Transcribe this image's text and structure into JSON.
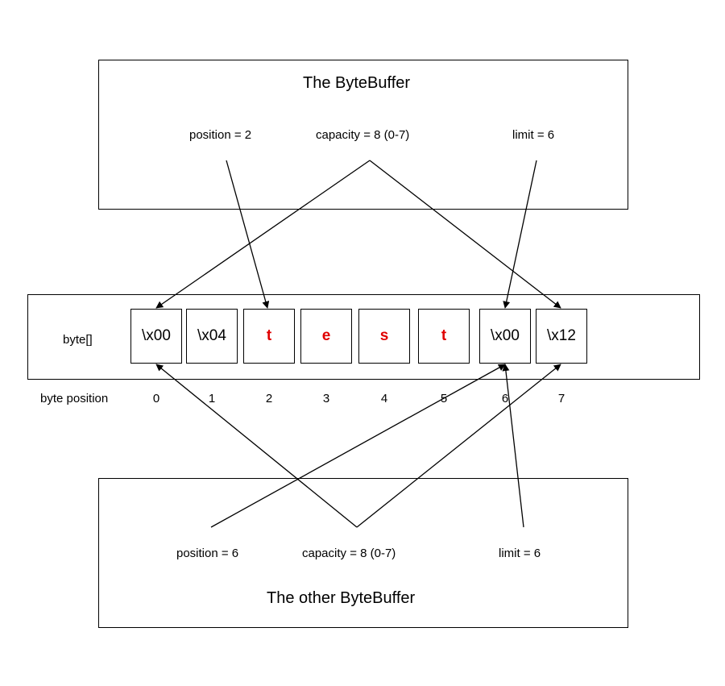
{
  "colors": {
    "stroke": "#000000",
    "highlight": "#e00000"
  },
  "top_buffer": {
    "title": "The ByteBuffer",
    "position_label": "position = 2",
    "capacity_label": "capacity = 8 (0-7)",
    "limit_label": "limit = 6"
  },
  "array": {
    "label": "byte[]",
    "cells": [
      {
        "value": "\\x00",
        "highlight": false
      },
      {
        "value": "\\x04",
        "highlight": false
      },
      {
        "value": "t",
        "highlight": true
      },
      {
        "value": "e",
        "highlight": true
      },
      {
        "value": "s",
        "highlight": true
      },
      {
        "value": "t",
        "highlight": true
      },
      {
        "value": "\\x00",
        "highlight": false
      },
      {
        "value": "\\x12",
        "highlight": false
      }
    ],
    "position_caption": "byte position",
    "indices": [
      "0",
      "1",
      "2",
      "3",
      "4",
      "5",
      "6",
      "7"
    ]
  },
  "bottom_buffer": {
    "title": "The other ByteBuffer",
    "position_label": "position = 6",
    "capacity_label": "capacity = 8 (0-7)",
    "limit_label": "limit = 6"
  }
}
